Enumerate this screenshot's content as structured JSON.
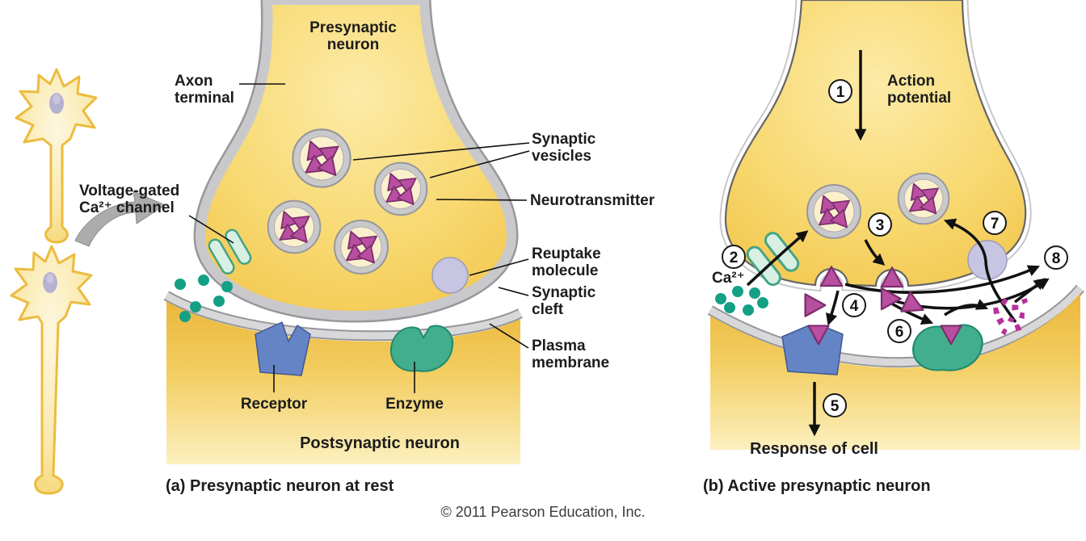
{
  "panel_a": {
    "caption_marker": "(a)",
    "caption_text": "Presynaptic neuron at rest",
    "labels": {
      "presynaptic_neuron": "Presynaptic neuron",
      "axon_terminal": "Axon terminal",
      "voltage_gated_channel": "Voltage-gated Ca²⁺ channel",
      "synaptic_vesicles": "Synaptic vesicles",
      "neurotransmitter": "Neurotransmitter",
      "reuptake_molecule": "Reuptake molecule",
      "synaptic_cleft": "Synaptic cleft",
      "plasma_membrane": "Plasma membrane",
      "receptor": "Receptor",
      "enzyme": "Enzyme",
      "postsynaptic_neuron": "Postsynaptic neuron"
    }
  },
  "panel_b": {
    "caption_marker": "(b)",
    "caption_text": "Active presynaptic neuron",
    "labels": {
      "action_potential": "Action potential",
      "calcium_ion": "Ca²⁺",
      "response_of_cell": "Response of cell"
    },
    "steps": [
      "1",
      "2",
      "3",
      "4",
      "5",
      "6",
      "7",
      "8"
    ]
  },
  "footer": {
    "copyright": "© 2011 Pearson Education, Inc."
  },
  "colors": {
    "terminal_yellow": "#F8DA74",
    "postsynaptic_amber": "#EBB73C",
    "vesicle_ring_gray": "#C9C9CC",
    "neurotransmitter_magenta": "#B84FA0",
    "calcium_teal": "#14A085",
    "channel_mint": "#D7F0E3",
    "reuptake_lavender": "#C6C5E2",
    "receptor_blue": "#6584C5",
    "enzyme_green": "#43AE8E",
    "membrane_gray": "#D6D6D8"
  }
}
